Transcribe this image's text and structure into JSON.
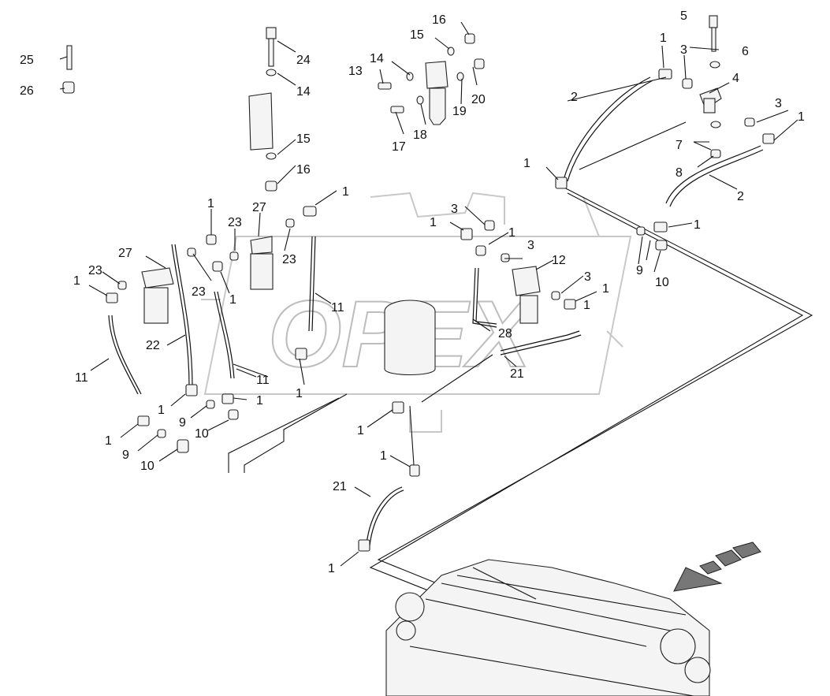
{
  "watermark": "OPEX",
  "labels": {
    "l1a": "1",
    "l2a": "2",
    "l3a": "3",
    "l4": "4",
    "l5": "5",
    "l6": "6",
    "l3b": "3",
    "l7": "7",
    "l8": "8",
    "l2b": "2",
    "l1b": "1",
    "l1c": "1",
    "l16a": "16",
    "l15a": "15",
    "l14a": "14",
    "l13": "13",
    "l20": "20",
    "l19": "19",
    "l17": "17",
    "l18": "18",
    "l25": "25",
    "l26": "26",
    "l24": "24",
    "l14b": "14",
    "l15b": "15",
    "l16b": "16",
    "l1d": "1",
    "l27a": "27",
    "l1e": "1",
    "l23a": "23",
    "l27b": "27",
    "l23b": "23",
    "l23c": "23",
    "l23d": "23",
    "l1f": "1",
    "l1g": "1",
    "l22": "22",
    "l11a": "11",
    "l11b": "11",
    "l11c": "11",
    "l1h": "1",
    "l9a": "9",
    "l1i": "1",
    "l1j": "1",
    "l9b": "9",
    "l10a": "10",
    "l10b": "10",
    "l1k": "1",
    "l3c": "3",
    "l1l": "1",
    "l1m": "1",
    "l3d": "3",
    "l12": "12",
    "l3e": "3",
    "l1n": "1",
    "l28": "28",
    "l21a": "21",
    "l1o": "1",
    "l9c": "9",
    "l10c": "10",
    "l1p": "1",
    "l1q": "1",
    "l1r": "1",
    "l21b": "21",
    "l1s": "1"
  }
}
